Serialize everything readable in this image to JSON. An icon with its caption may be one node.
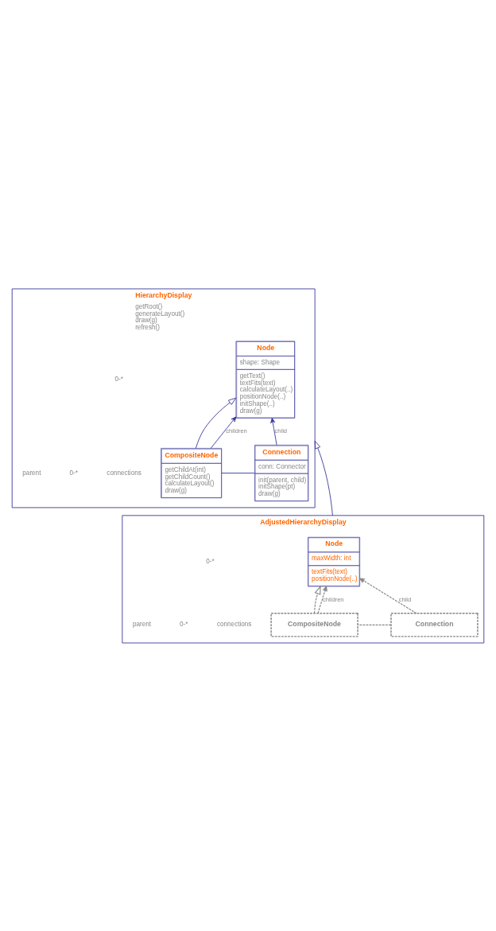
{
  "diagram": {
    "nodes": [
      {
        "text": [
          "HierarchyDisplay",
          "getRoot() generateLayout() draw(g) refresh()"
        ]
      },
      {
        "text": [
          "Node",
          "shape: Shape",
          "getText() textFits(text) calculateLayout(..) positionNode(..) initShape(..) draw(g)"
        ],
        "in": 0
      },
      {
        "text": [
          "Connection",
          "conn: Connector",
          "init(parent, child) initShape(pt) draw(g)"
        ],
        "in": 0
      },
      {
        "text": [
          "CompositeNode",
          "getChildAt(int) getChildCount() calculateLayout() draw(g)"
        ],
        "in": 0
      },
      {
        "text": [
          "AdjustedHierarchyDisplay"
        ]
      },
      {
        "text": [
          "Node",
          "maxWidth: int",
          "textFits(text) positionNode(..)"
        ],
        "in": 4
      },
      {
        "text": [
          "Connection"
        ],
        "in": 4
      },
      {
        "text": [
          "CompositeNode"
        ],
        "in": 4
      }
    ],
    "edges": [
      {
        "from": 2,
        "to": 1,
        "arrow": "to",
        "label": "child"
      },
      {
        "from": 3,
        "to": 1,
        "arrow": "to"
      },
      {
        "from": 3,
        "to": 1,
        "arrow": "to",
        "label": "children"
      },
      {
        "from": 2,
        "to": 3,
        "arrow": "none"
      },
      {
        "from": 4,
        "to": 0,
        "arrow": "to"
      },
      {
        "from": 6,
        "to": 5,
        "arrow": "to",
        "label": "child",
        "style": "dashed",
        "color": "#888888"
      },
      {
        "from": 7,
        "to": 5,
        "arrow": "to",
        "style": "dashed",
        "color": "#888888"
      },
      {
        "from": 7,
        "to": 5,
        "arrow": "to",
        "label": "children",
        "style": "dashed",
        "color": "#888888"
      },
      {
        "from": 6,
        "to": 7,
        "arrow": "none",
        "style": "dashed",
        "color": "#888888"
      }
    ],
    "labels": [
      "0-*",
      "connections",
      "0-*",
      "parent",
      "0-*",
      "connections",
      "0-*",
      "parent"
    ]
  }
}
